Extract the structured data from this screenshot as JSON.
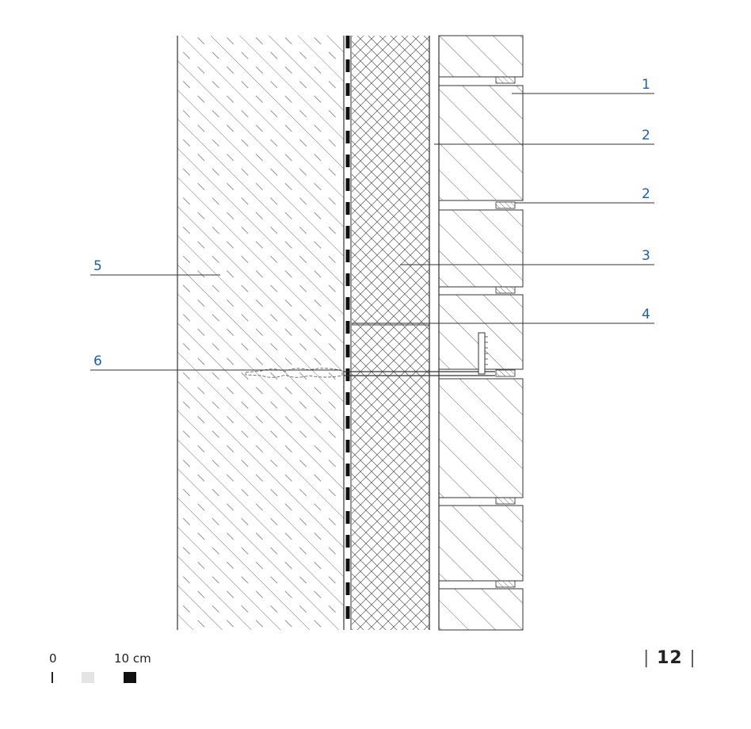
{
  "callouts": [
    {
      "id": "1",
      "text": "1"
    },
    {
      "id": "2a",
      "text": "2"
    },
    {
      "id": "2b",
      "text": "2"
    },
    {
      "id": "3",
      "text": "3"
    },
    {
      "id": "4",
      "text": "4"
    },
    {
      "id": "5",
      "text": "5"
    },
    {
      "id": "6",
      "text": "6"
    }
  ],
  "scale": {
    "zero": "0",
    "ten": "10 cm"
  },
  "page": {
    "number": "12",
    "bar": "|"
  },
  "colors": {
    "callout": "#1f5fa8",
    "line": "#222222"
  }
}
